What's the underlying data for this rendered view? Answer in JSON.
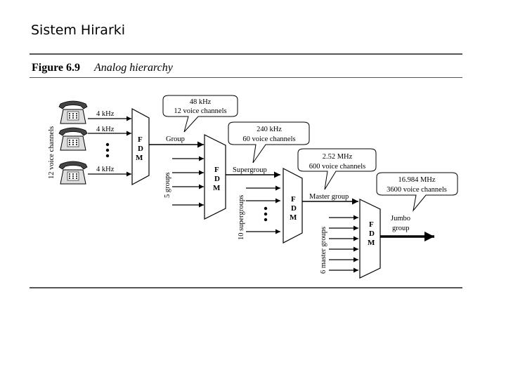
{
  "slide": {
    "title": "Sistem Hirarki"
  },
  "figure": {
    "number": "Figure 6.9",
    "caption": "Analog hierarchy"
  },
  "diagram": {
    "voice_channels_label": "12 voice channels",
    "channel_labels": [
      "4 kHz",
      "4 kHz",
      "4 kHz"
    ],
    "mux_label": {
      "l1": "F",
      "l2": "D",
      "l3": "M"
    },
    "outputs": [
      "Group",
      "Supergroup",
      "Master group",
      "Jumbo group"
    ],
    "inputs": [
      "5 groups",
      "10 supergroups",
      "6 master groups"
    ],
    "callouts": [
      {
        "freq": "48 kHz",
        "channels": "12 voice channels"
      },
      {
        "freq": "240 kHz",
        "channels": "60 voice channels"
      },
      {
        "freq": "2.52 MHz",
        "channels": "600 voice channels"
      },
      {
        "freq": "16.984 MHz",
        "channels": "3600 voice channels"
      }
    ],
    "jumbo_label": {
      "l1": "Jumbo",
      "l2": "group"
    }
  }
}
